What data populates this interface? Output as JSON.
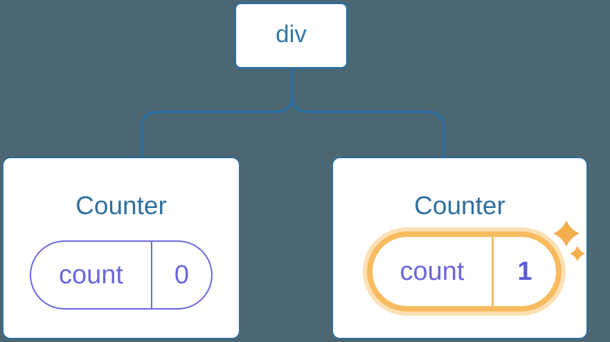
{
  "diagram": {
    "root": {
      "label": "div"
    },
    "components": [
      {
        "title": "Counter",
        "state_name": "count",
        "state_value": "0",
        "highlighted": false
      },
      {
        "title": "Counter",
        "state_name": "count",
        "state_value": "1",
        "highlighted": true
      }
    ]
  },
  "icons": [
    {
      "name": "sparkles-icon",
      "meaning": "state updated highlight"
    }
  ],
  "colors": {
    "background": "#4D6772",
    "card_background": "#FFFFFF",
    "connector": "#2D6E9E",
    "node_border": "#2D6E9E",
    "node_text": "#3478A8",
    "title_text": "#2F6F9F",
    "pill_purple": "#6A66DC",
    "value_bold_purple": "#5B5BD6",
    "highlight_orange": "#F8BB5F",
    "highlight_halo": "#FCE0B5",
    "sparkle": "#F5AE4E"
  }
}
